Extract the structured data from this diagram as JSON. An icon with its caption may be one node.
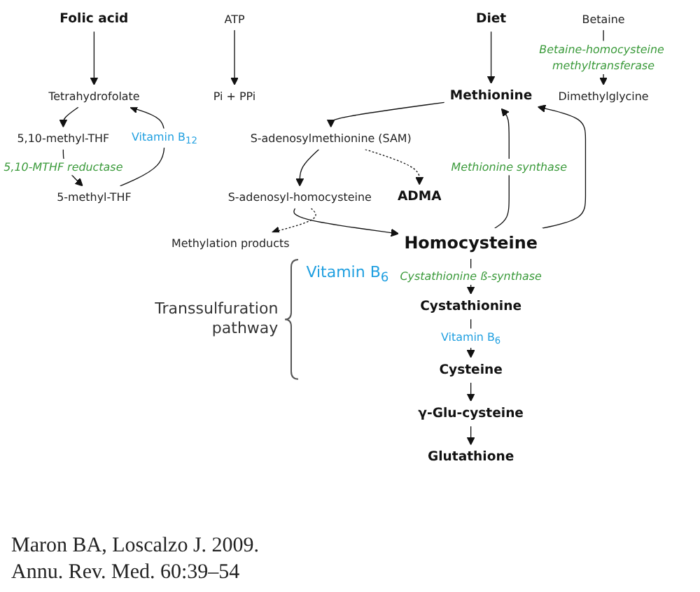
{
  "diagram": {
    "caption": "Maron BA, Loscalzo J. 2009. Annu. Rev. Med. 60:39–54",
    "nodes": [
      {
        "text": [
          "Diet"
        ]
      },
      {
        "text": [
          "Folic acid"
        ]
      },
      {
        "text": [
          "Methionine"
        ]
      },
      {
        "text": [
          "ATP"
        ]
      },
      {
        "text": [
          "Pi + PPi"
        ]
      },
      {
        "text": [
          "Tetrahydrofolate"
        ]
      },
      {
        "text": [
          "S-adenosylmethionine (SAM)"
        ]
      },
      {
        "text": [
          "Dimethylglycine"
        ]
      },
      {
        "text": [
          "ADMA"
        ]
      },
      {
        "text": [
          "5,10-methyl-THF"
        ]
      },
      {
        "text": [
          "S-adenosyl-homocysteine"
        ]
      },
      {
        "text": [
          "Betaine"
        ]
      },
      {
        "text": [
          "5-methyl-THF"
        ]
      },
      {
        "text": [
          "Methylation products"
        ]
      },
      {
        "text": [
          "Homocysteine"
        ]
      },
      {
        "text": [
          "Cystathionine"
        ]
      },
      {
        "text": [
          "Cysteine"
        ]
      },
      {
        "text": [
          "γ-Glu-cysteine"
        ]
      },
      {
        "text": [
          "Glutathione"
        ]
      }
    ],
    "edges": [
      {
        "from": 0,
        "to": 2,
        "arrow": "to"
      },
      {
        "from": 1,
        "to": 5,
        "arrow": "to"
      },
      {
        "from": 5,
        "to": 9,
        "arrow": "to"
      },
      {
        "from": 9,
        "to": 12,
        "arrow": "to",
        "label": "5,10-MTHF reductase"
      },
      {
        "from": 12,
        "to": 5,
        "arrow": "to",
        "label": "Vitamin B$_{12}$"
      },
      {
        "from": 14,
        "to": 2,
        "arrow": "to",
        "label": "Methionine synthase"
      },
      {
        "from": 14,
        "to": 2,
        "arrow": "to"
      },
      {
        "from": 11,
        "to": 7,
        "arrow": "to",
        "label": "Betaine-homocysteine methyltransferase"
      },
      {
        "from": 2,
        "to": 6,
        "arrow": "to"
      },
      {
        "from": 3,
        "to": 4,
        "arrow": "to"
      },
      {
        "from": 6,
        "to": 10,
        "arrow": "to"
      },
      {
        "from": 6,
        "to": 8,
        "arrow": "to",
        "style": "dashed"
      },
      {
        "from": 10,
        "to": 14,
        "arrow": "to"
      },
      {
        "from": 10,
        "to": 13,
        "arrow": "to",
        "style": "dashed"
      },
      {
        "from": 14,
        "to": 15,
        "arrow": "to",
        "label": "Cystathionine ß-synthase"
      },
      {
        "from": 15,
        "to": 16,
        "arrow": "to",
        "label": "Vitamin B$_{6}$"
      },
      {
        "from": 16,
        "to": 17,
        "arrow": "to"
      },
      {
        "from": 17,
        "to": 18,
        "arrow": "to"
      }
    ],
    "labels": [
      "Vitamin B$_{6}$",
      "Transsulfuration pathway"
    ]
  }
}
